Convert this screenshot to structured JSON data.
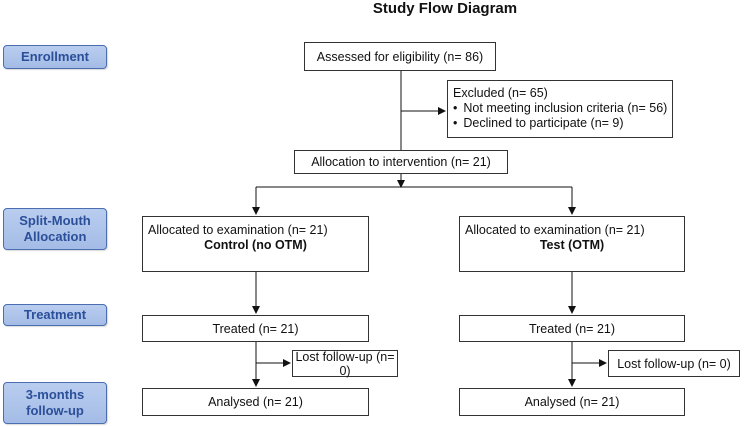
{
  "title": "Study Flow Diagram",
  "stages": {
    "enrollment": "Enrollment",
    "allocation_line1": "Split-Mouth",
    "allocation_line2": "Allocation",
    "treatment": "Treatment",
    "followup_line1": "3-months",
    "followup_line2": "follow-up"
  },
  "boxes": {
    "eligibility": "Assessed for eligibility (n= 86)",
    "excluded_title": "Excluded (n= 65)",
    "excluded_reasons": [
      "Not meeting inclusion criteria (n= 56)",
      "Declined to participate (n= 9)"
    ],
    "allocation": "Allocation to intervention (n= 21)",
    "left": {
      "allocated": "Allocated to examination (n= 21)",
      "group": "Control (no OTM)",
      "treated": "Treated (n= 21)",
      "lost": "Lost follow-up (n= 0)",
      "analysed": "Analysed (n= 21)"
    },
    "right": {
      "allocated": "Allocated to examination (n= 21)",
      "group": "Test (OTM)",
      "treated": "Treated (n= 21)",
      "lost": "Lost follow-up (n= 0)",
      "analysed": "Analysed (n= 21)"
    }
  },
  "colors": {
    "stage_fill": "#a4bce6",
    "stage_border": "#4a6eb0",
    "stage_text": "#2b4f99"
  }
}
